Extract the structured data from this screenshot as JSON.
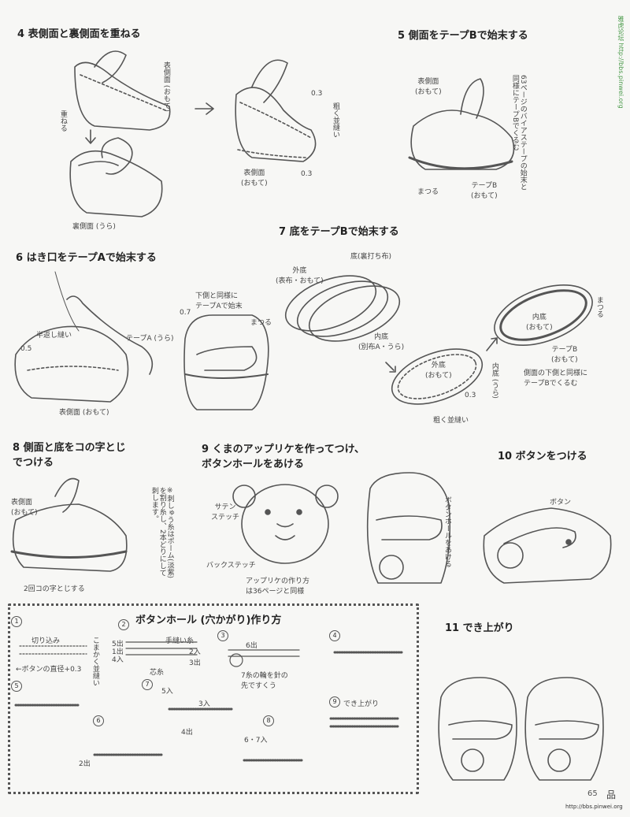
{
  "steps": {
    "s4": "4 表側面と裏側面を重ねる",
    "s5": "5 側面をテープBで始末する",
    "s6": "6 はき口をテープAで始末する",
    "s7": "7 底をテープBで始末する",
    "s8": "8 側面と底をコの字とじ\nでつける",
    "s9": "9 くまのアップリケを作ってつけ、\nボタンホールをあける",
    "s10": "10 ボタンをつける",
    "s11": "11 でき上がり"
  },
  "labels": {
    "omote_side": "表側面\n(おもて)",
    "kasaneru": "重ねる",
    "ura_side": "裏側面 (うら)",
    "omote_side2": "表側面\n(おもて)",
    "zero3a": "0.3",
    "zero3b": "0.3",
    "arai_nami": "粗く並縫い",
    "s5_omote": "表側面\n(おもて)",
    "s5_note": "63ページのバイアステープの始末と同様にテープBでくるむ",
    "s5_matsuru": "まつる",
    "s5_tapeB": "テープB\n(おもて)",
    "s6_hangaeshi": "半返し縫い",
    "s6_tapeA": "テープA (うら)",
    "s6_05": "0.5",
    "s6_omote": "表側面 (おもて)",
    "s6_07": "0.7",
    "s6_shitagawa": "下側と同様に\nテープAで始末",
    "s6_matsuru": "まつる",
    "s7_sotozoko": "外底\n(表布・おもて)",
    "s7_zoko": "底(裏打ち布)",
    "s7_uchizoko": "内底\n(別布A・うら)",
    "s7_sotozoko2": "外底\n(おもて)",
    "s7_uchizoko2": "内底\n(うら)",
    "s7_03": "0.3",
    "s7_arai": "粗く並縫い",
    "s7_uchizoko3": "内底\n(おもて)",
    "s7_matsuru": "まつる",
    "s7_tapeB": "テープB\n(おもて)",
    "s7_note": "側面の下側と同様に\nテープBでくるむ",
    "s8_omote": "表側面\n(おもて)",
    "s8_koji": "2回コの字とじする",
    "s9_note": "※刺しゅう糸はポーム(淡紫)を割り糸し、2本どりにして刺します。",
    "s9_satin": "サテン\nステッチ",
    "s9_back": "バックステッチ",
    "s9_applique": "アップリケの作り方\nは36ページと同様",
    "s9_buttonhole": "ボタンホールをあける",
    "s10_button": "ボタン"
  },
  "buttonhole": {
    "title": "ボタンホール (穴かがり)作り方",
    "s1": "1",
    "s1_cut": "切り込み",
    "s1_note": "こまかく並縫い",
    "s1_diam": "←ボタンの直径+0.3",
    "s2": "2",
    "s2_5de": "5出",
    "s2_1de": "1出",
    "s2_4iri": "4入",
    "s2_teito": "手縫い糸",
    "s2_2iri": "2入",
    "s2_3de": "3出",
    "s2_shinito": "芯糸",
    "s3": "3",
    "s3_6de": "6出",
    "s3_note": "7糸の輪を針の\n先ですくう",
    "s4": "4",
    "s5": "5",
    "s6": "6",
    "s6_2de": "2出",
    "s7": "7",
    "s7_5iri": "5入",
    "s7_3iri": "3入",
    "s7_4de": "4出",
    "s8": "8",
    "s8_67iri": "6・7入",
    "s9": "9",
    "s9_done": "でき上がり"
  },
  "footer": {
    "page": "65",
    "url": "http://bbs.pinwei.org",
    "logo": "品"
  },
  "side_strip": "雅虎论坛 http://bbs.pinwei.org"
}
